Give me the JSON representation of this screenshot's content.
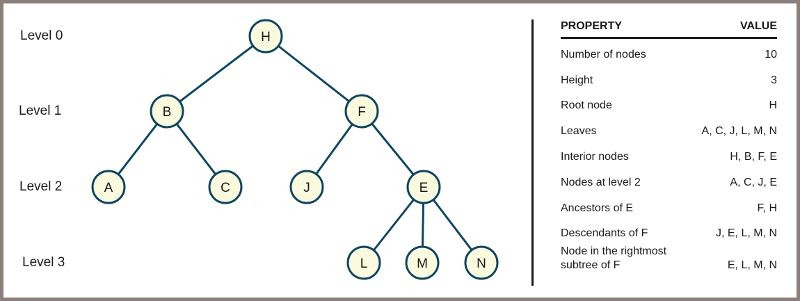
{
  "levels": [
    "Level 0",
    "Level 1",
    "Level 2",
    "Level 3"
  ],
  "tree": {
    "nodes": [
      "H",
      "B",
      "F",
      "A",
      "C",
      "J",
      "E",
      "L",
      "M",
      "N"
    ],
    "edges": [
      [
        "H",
        "B"
      ],
      [
        "H",
        "F"
      ],
      [
        "B",
        "A"
      ],
      [
        "B",
        "C"
      ],
      [
        "F",
        "J"
      ],
      [
        "F",
        "E"
      ],
      [
        "E",
        "L"
      ],
      [
        "E",
        "M"
      ],
      [
        "E",
        "N"
      ]
    ],
    "colors": {
      "node_fill": "#fafade",
      "stroke": "#0e4561",
      "frame": "#8a7f7a"
    }
  },
  "table": {
    "header": {
      "property": "PROPERTY",
      "value": "VALUE"
    },
    "rows": [
      {
        "property": "Number of nodes",
        "value": "10"
      },
      {
        "property": "Height",
        "value": "3"
      },
      {
        "property": "Root node",
        "value": "H"
      },
      {
        "property": "Leaves",
        "value": "A, C, J, L, M, N"
      },
      {
        "property": "Interior nodes",
        "value": "H, B, F, E"
      },
      {
        "property": "Nodes at level 2",
        "value": "A, C, J, E"
      },
      {
        "property": "Ancestors of E",
        "value": "F, H"
      },
      {
        "property": "Descendants of F",
        "value": "J, E, L, M, N"
      },
      {
        "property": "Node in the rightmost subtree of F",
        "value": "E, L, M, N"
      }
    ]
  }
}
